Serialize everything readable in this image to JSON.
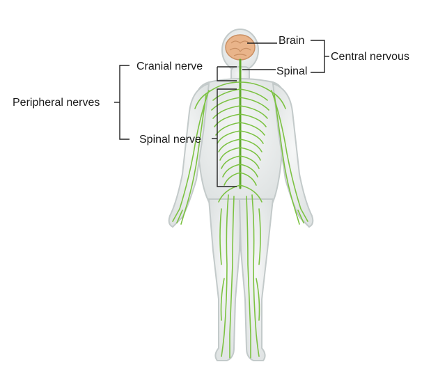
{
  "labels": {
    "brain": "Brain",
    "spinal": "Spinal",
    "central_nervous": "Central nervous",
    "cranial_nerve": "Cranial nerve",
    "peripheral_nerves": "Peripheral nerves",
    "spinal_nerve": "Spinal nerve"
  },
  "colors": {
    "nerve": "#7cc242",
    "nerve_dark": "#4f9a22",
    "body_fill": "#e9ecec",
    "body_outline": "#c9cfcf",
    "brain": "#e9b48a",
    "leader_line": "#222222"
  }
}
